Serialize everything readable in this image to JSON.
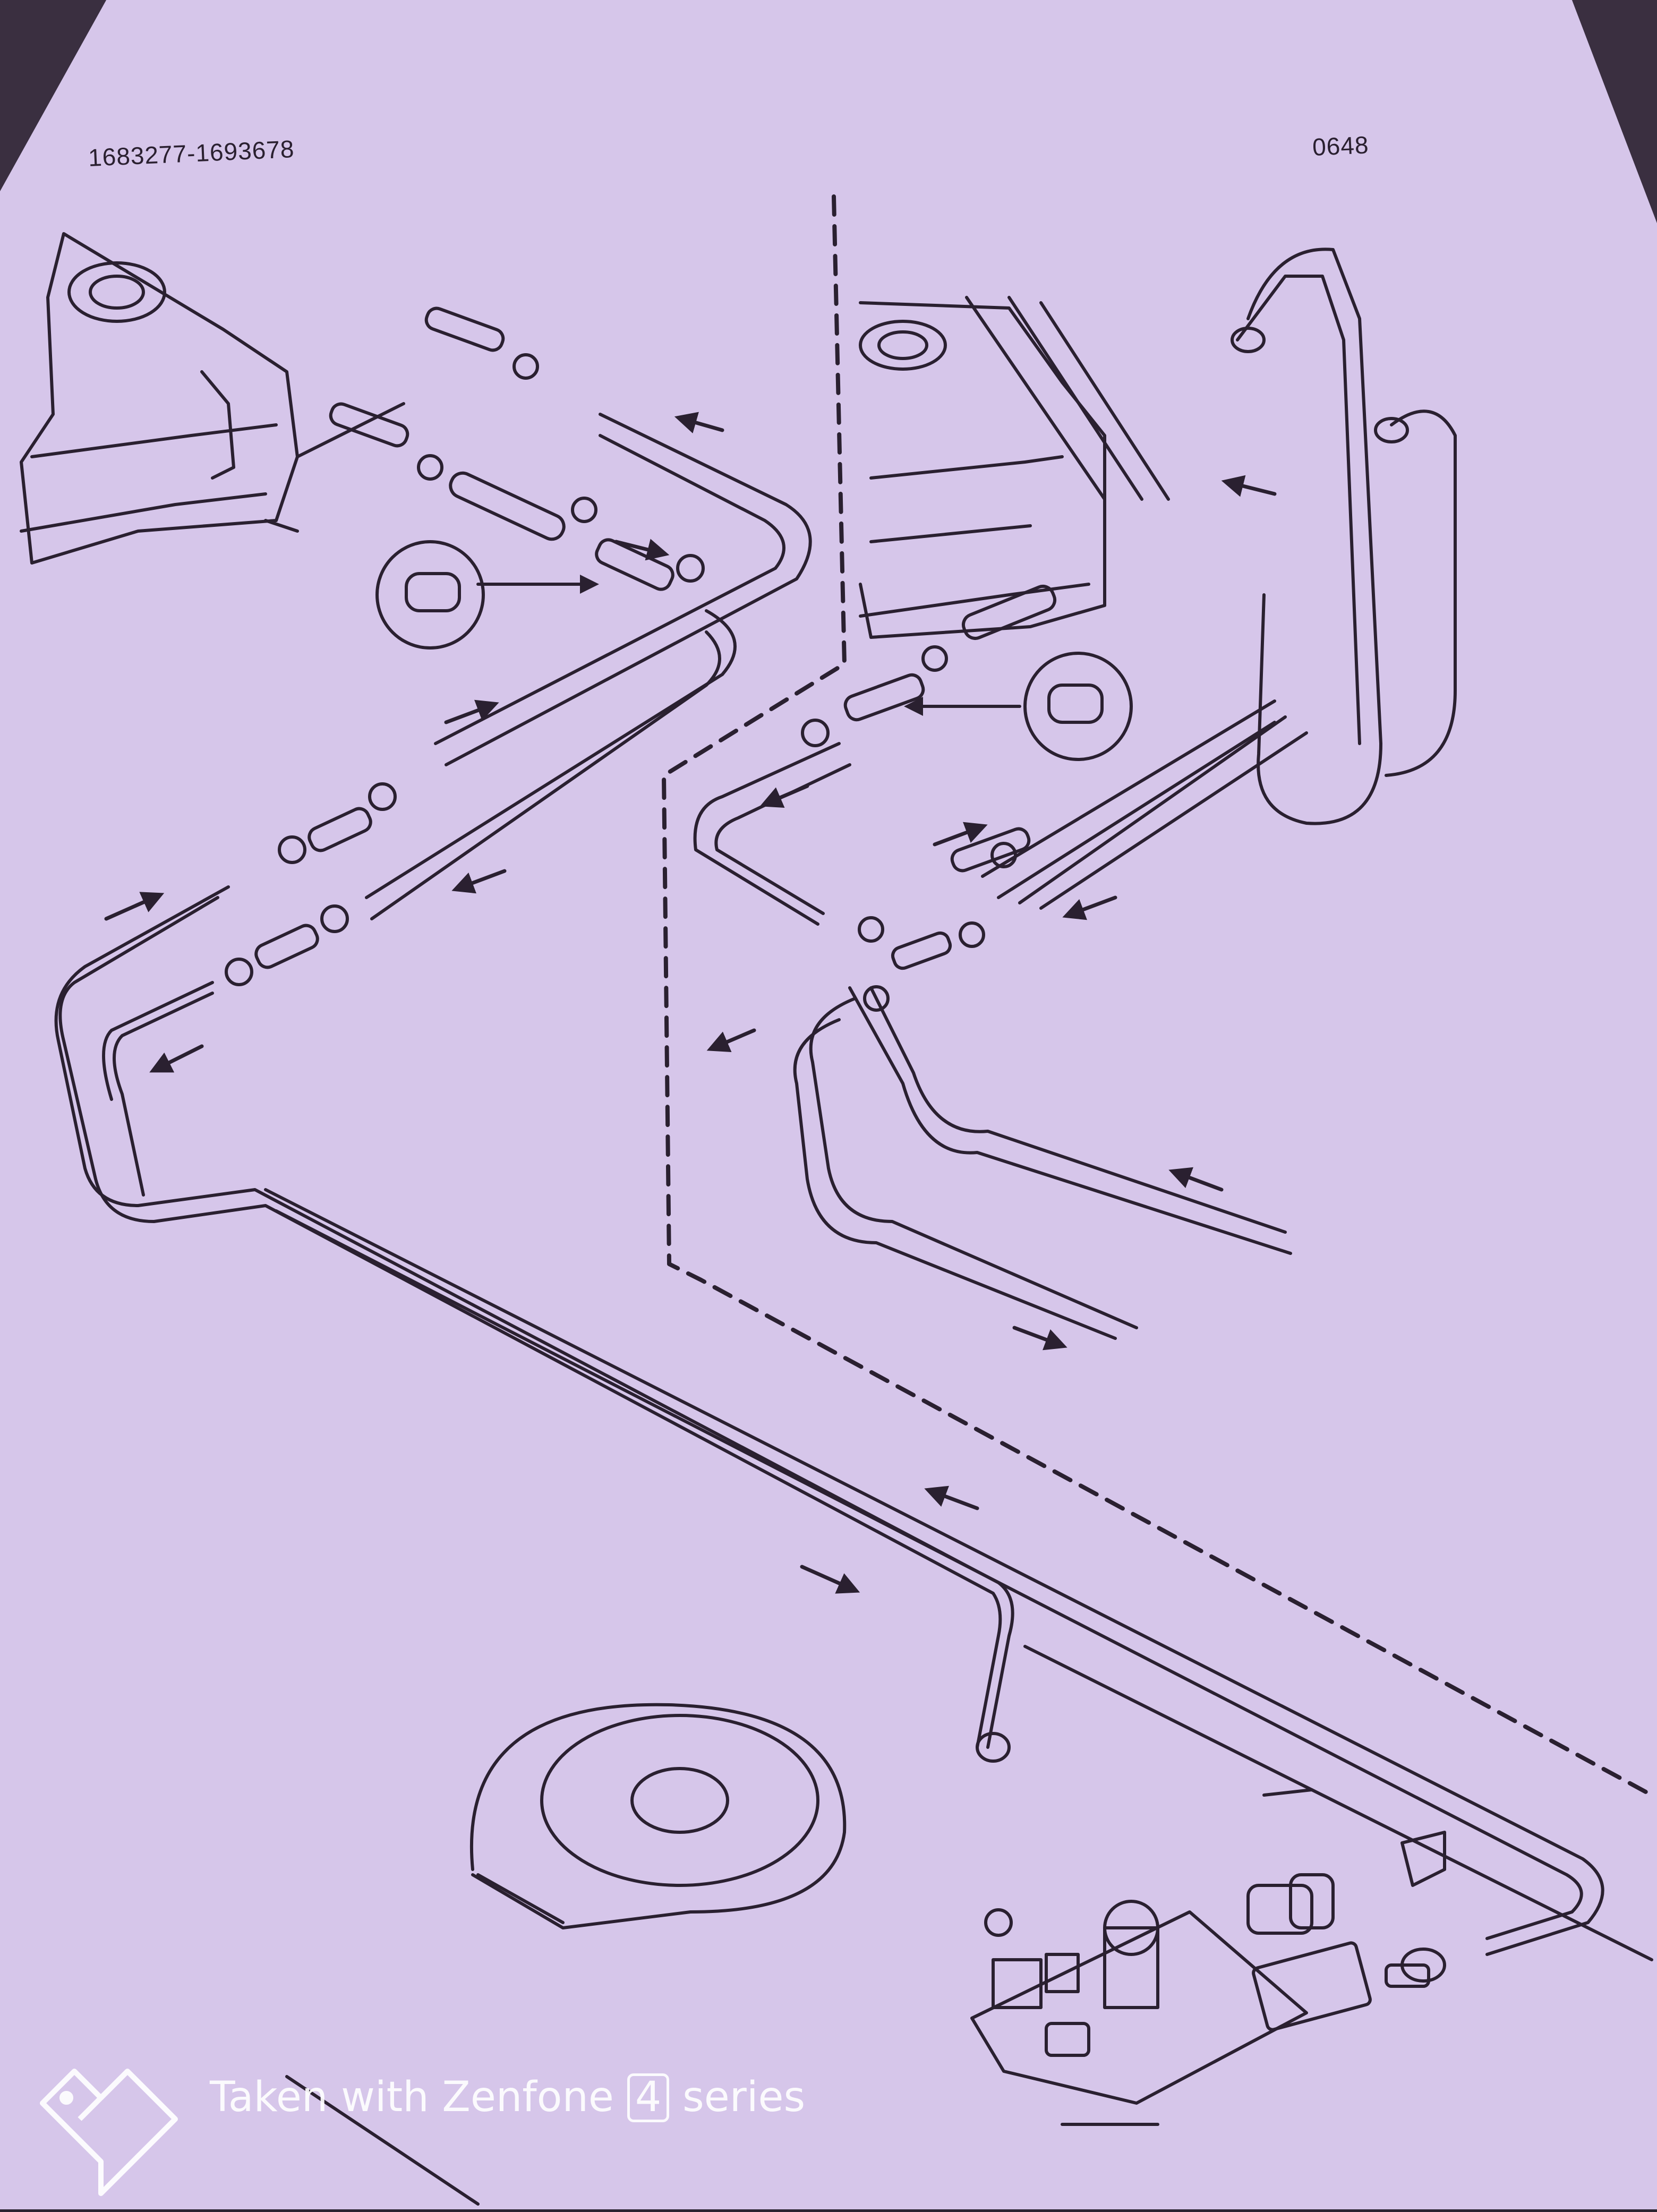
{
  "drawing": {
    "part_number_left": "1683277-1693678",
    "part_number_right": "0648"
  },
  "watermark": {
    "text_before": "Taken with Zenfone ",
    "text_boxed": "4",
    "text_after": " series",
    "icon": "zenfone-heart-icon"
  },
  "colors": {
    "paper": "#d6c6ea",
    "paper_shadow": "#b9a4cf",
    "ink": "#2a2030",
    "background": "#2a2330",
    "watermark": "#ffffff"
  }
}
